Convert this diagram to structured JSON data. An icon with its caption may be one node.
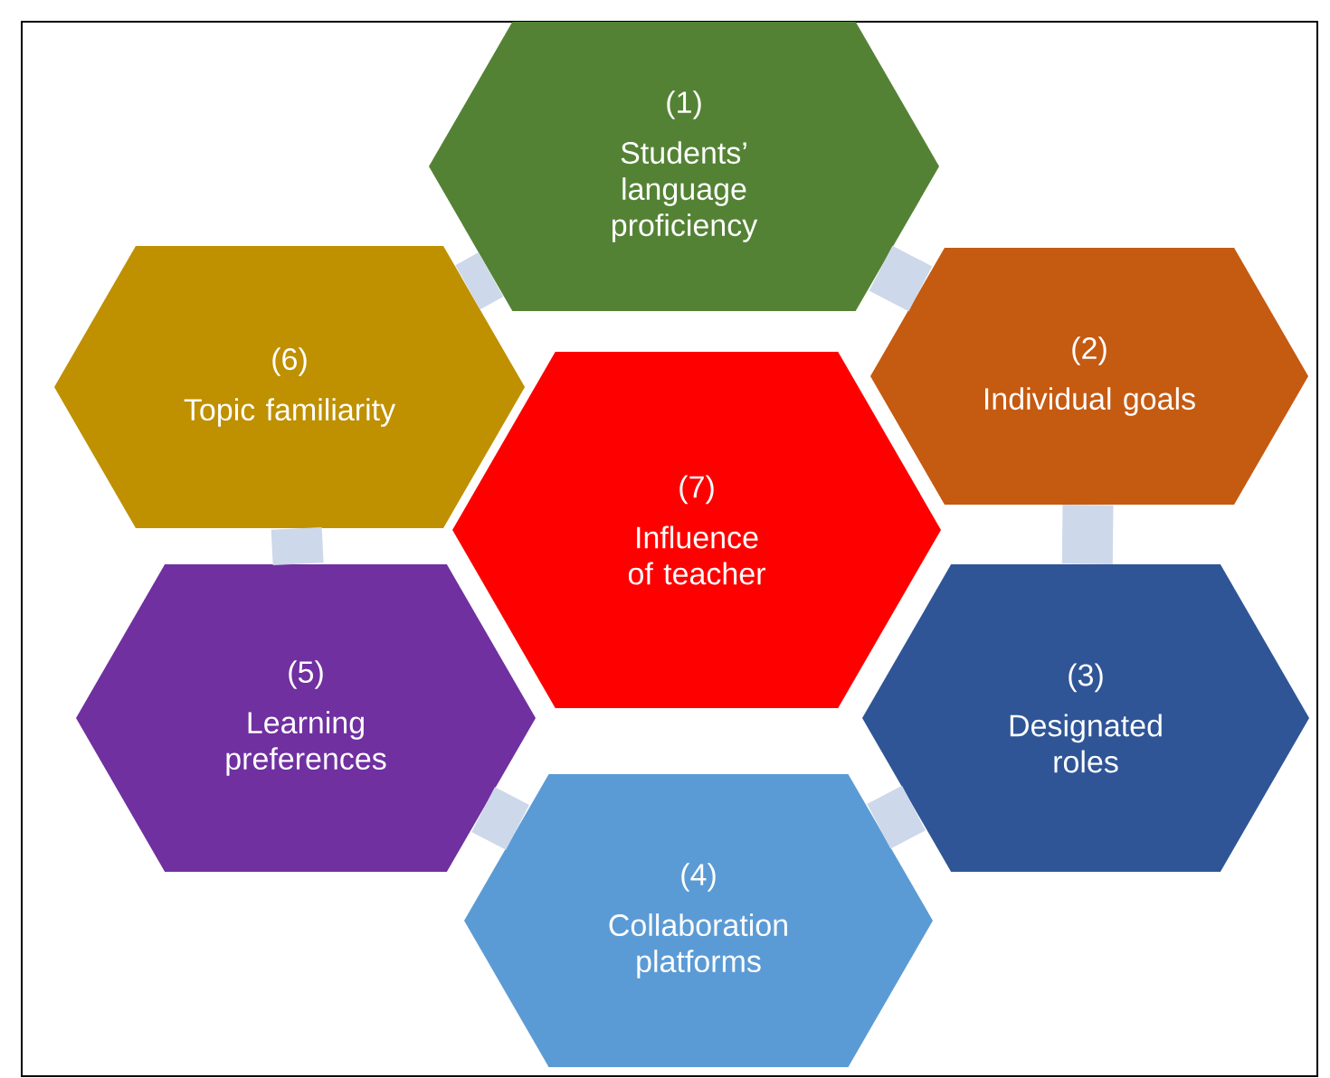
{
  "diagram": {
    "nodes": [
      {
        "text": [
          "(1)",
          "Students’ language proficiency"
        ]
      },
      {
        "text": [
          "(2)",
          "Individual goals"
        ]
      },
      {
        "text": [
          "(3)",
          "Designated roles"
        ]
      },
      {
        "text": [
          "(4)",
          "Collaboration platforms"
        ]
      },
      {
        "text": [
          "(5)",
          "Learning preferences"
        ]
      },
      {
        "text": [
          "(6)",
          "Topic familiarity"
        ]
      },
      {
        "text": [
          "(7)",
          "Influence of teacher"
        ]
      }
    ],
    "edges": [
      {
        "from": 0,
        "to": 1,
        "arrow": "none"
      },
      {
        "from": 1,
        "to": 2,
        "arrow": "none"
      },
      {
        "from": 2,
        "to": 3,
        "arrow": "none"
      },
      {
        "from": 3,
        "to": 4,
        "arrow": "none"
      },
      {
        "from": 4,
        "to": 5,
        "arrow": "none"
      },
      {
        "from": 5,
        "to": 0,
        "arrow": "none"
      }
    ]
  }
}
